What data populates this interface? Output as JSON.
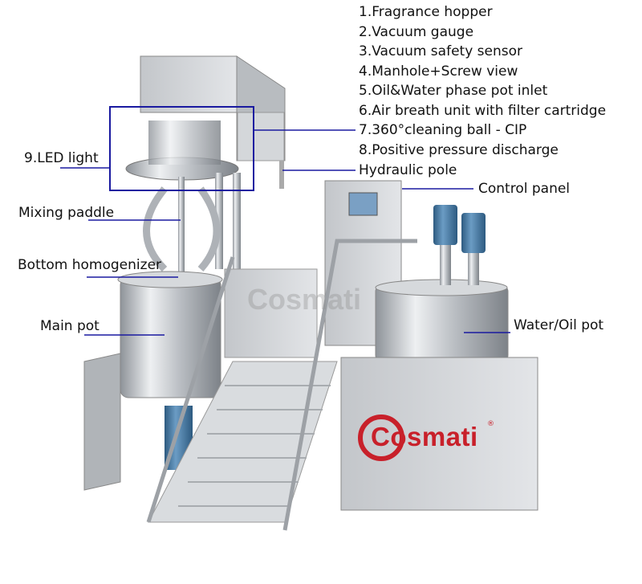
{
  "specs": [
    "1.Fragrance hopper",
    "2.Vacuum gauge",
    "3.Vacuum safety sensor",
    "4.Manhole+Screw view",
    "5.Oil&Water phase pot inlet",
    "6.Air breath unit with filter cartridge",
    "7.360°cleaning ball - CIP",
    "8.Positive pressure discharge",
    "Hydraulic pole"
  ],
  "labels": {
    "led_light": "9.LED light",
    "mixing_paddle": "Mixing paddle",
    "bottom_homogenizer": "Bottom homogenizer",
    "main_pot": "Main pot",
    "control_panel": "Control panel",
    "water_oil_pot": "Water/Oil pot"
  },
  "brand": {
    "logo_text": "Cosmati",
    "watermark": "Cosmati",
    "registered": "®",
    "color": "#c8202a"
  },
  "colors": {
    "leader_line": "#1a1aa0",
    "highlight_box": "#1a1aa0",
    "steel": "#c9ccd0",
    "motor": "#3f6f9a"
  }
}
